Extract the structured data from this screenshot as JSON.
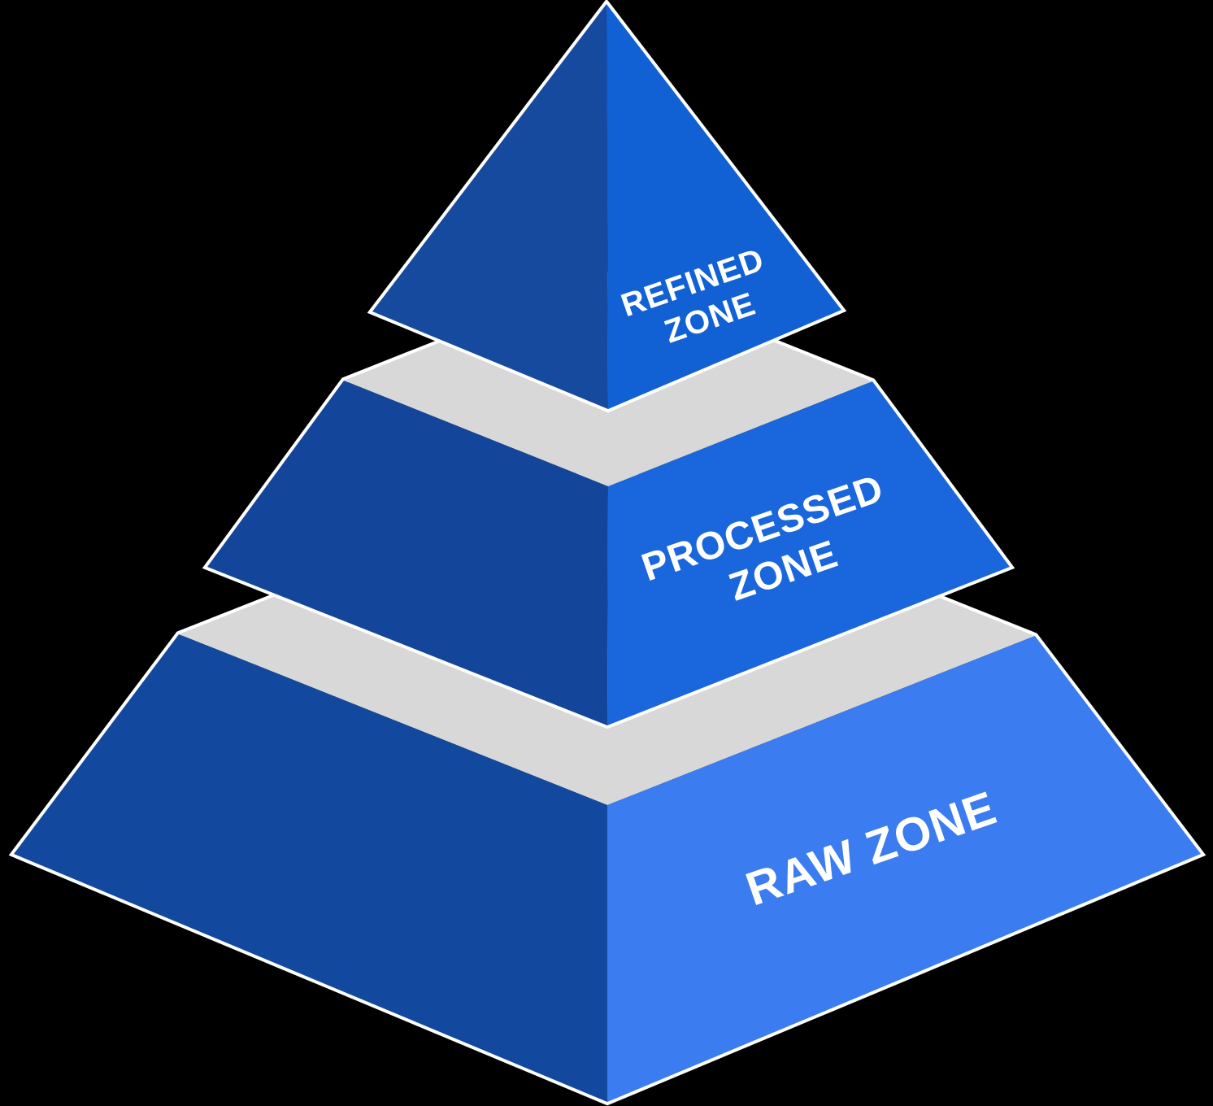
{
  "diagram": {
    "type": "pyramid-3d-exploded",
    "background_color": "#000000",
    "outline_color": "#ffffff",
    "top_surface_color": "#d8d8d8",
    "tiers": [
      {
        "id": "refined-zone",
        "label_line1": "REFINED",
        "label_line2": "ZONE",
        "left_face_color": "#154a9e",
        "right_face_color": "#1261d4",
        "position": "top"
      },
      {
        "id": "processed-zone",
        "label_line1": "PROCESSED",
        "label_line2": "ZONE",
        "left_face_color": "#13459b",
        "right_face_color": "#1a66dc",
        "position": "middle"
      },
      {
        "id": "raw-zone",
        "label_line1": "RAW ZONE",
        "label_line2": "",
        "left_face_color": "#12489e",
        "right_face_color": "#3b7cf0",
        "position": "bottom"
      }
    ]
  }
}
